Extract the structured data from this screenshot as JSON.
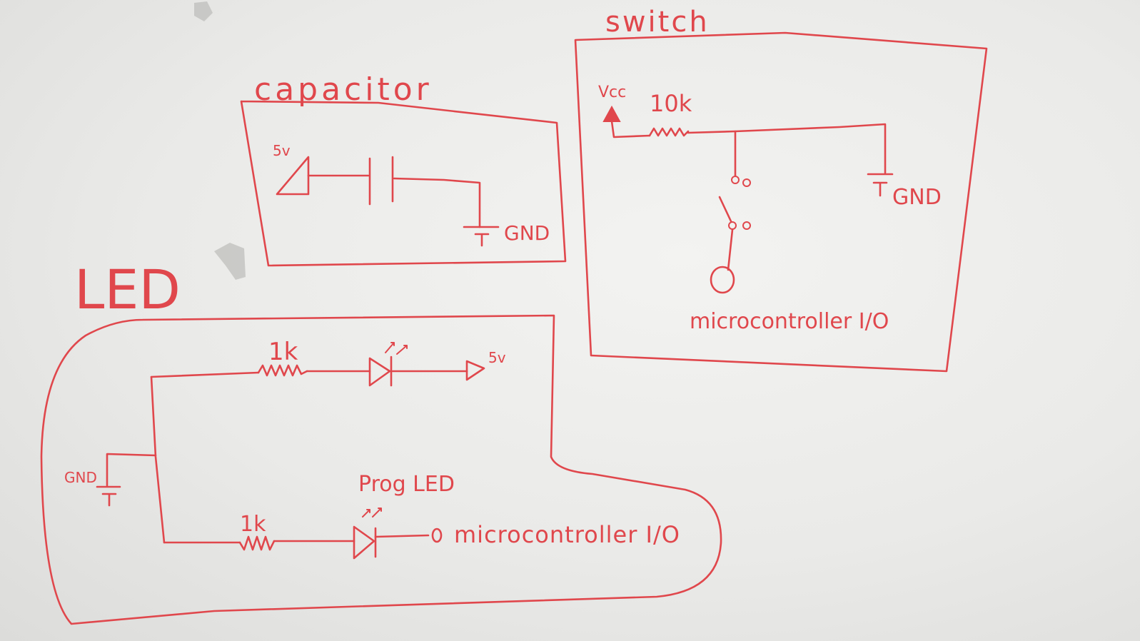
{
  "sections": {
    "capacitor": {
      "title": "capacitor",
      "source_label": "5v",
      "ground_label": "GND"
    },
    "switch": {
      "title": "switch",
      "supply_label": "Vcc",
      "resistor_label": "10k",
      "ground_label": "GND",
      "io_label": "microcontroller I/O"
    },
    "led": {
      "title": "LED",
      "ground_label": "GND",
      "top_resistor_label": "1k",
      "top_supply_label": "5v",
      "prog_led_label": "Prog LED",
      "bottom_resistor_label": "1k",
      "io_label": "microcontroller I/O"
    }
  },
  "ink_color": "#e0474c"
}
